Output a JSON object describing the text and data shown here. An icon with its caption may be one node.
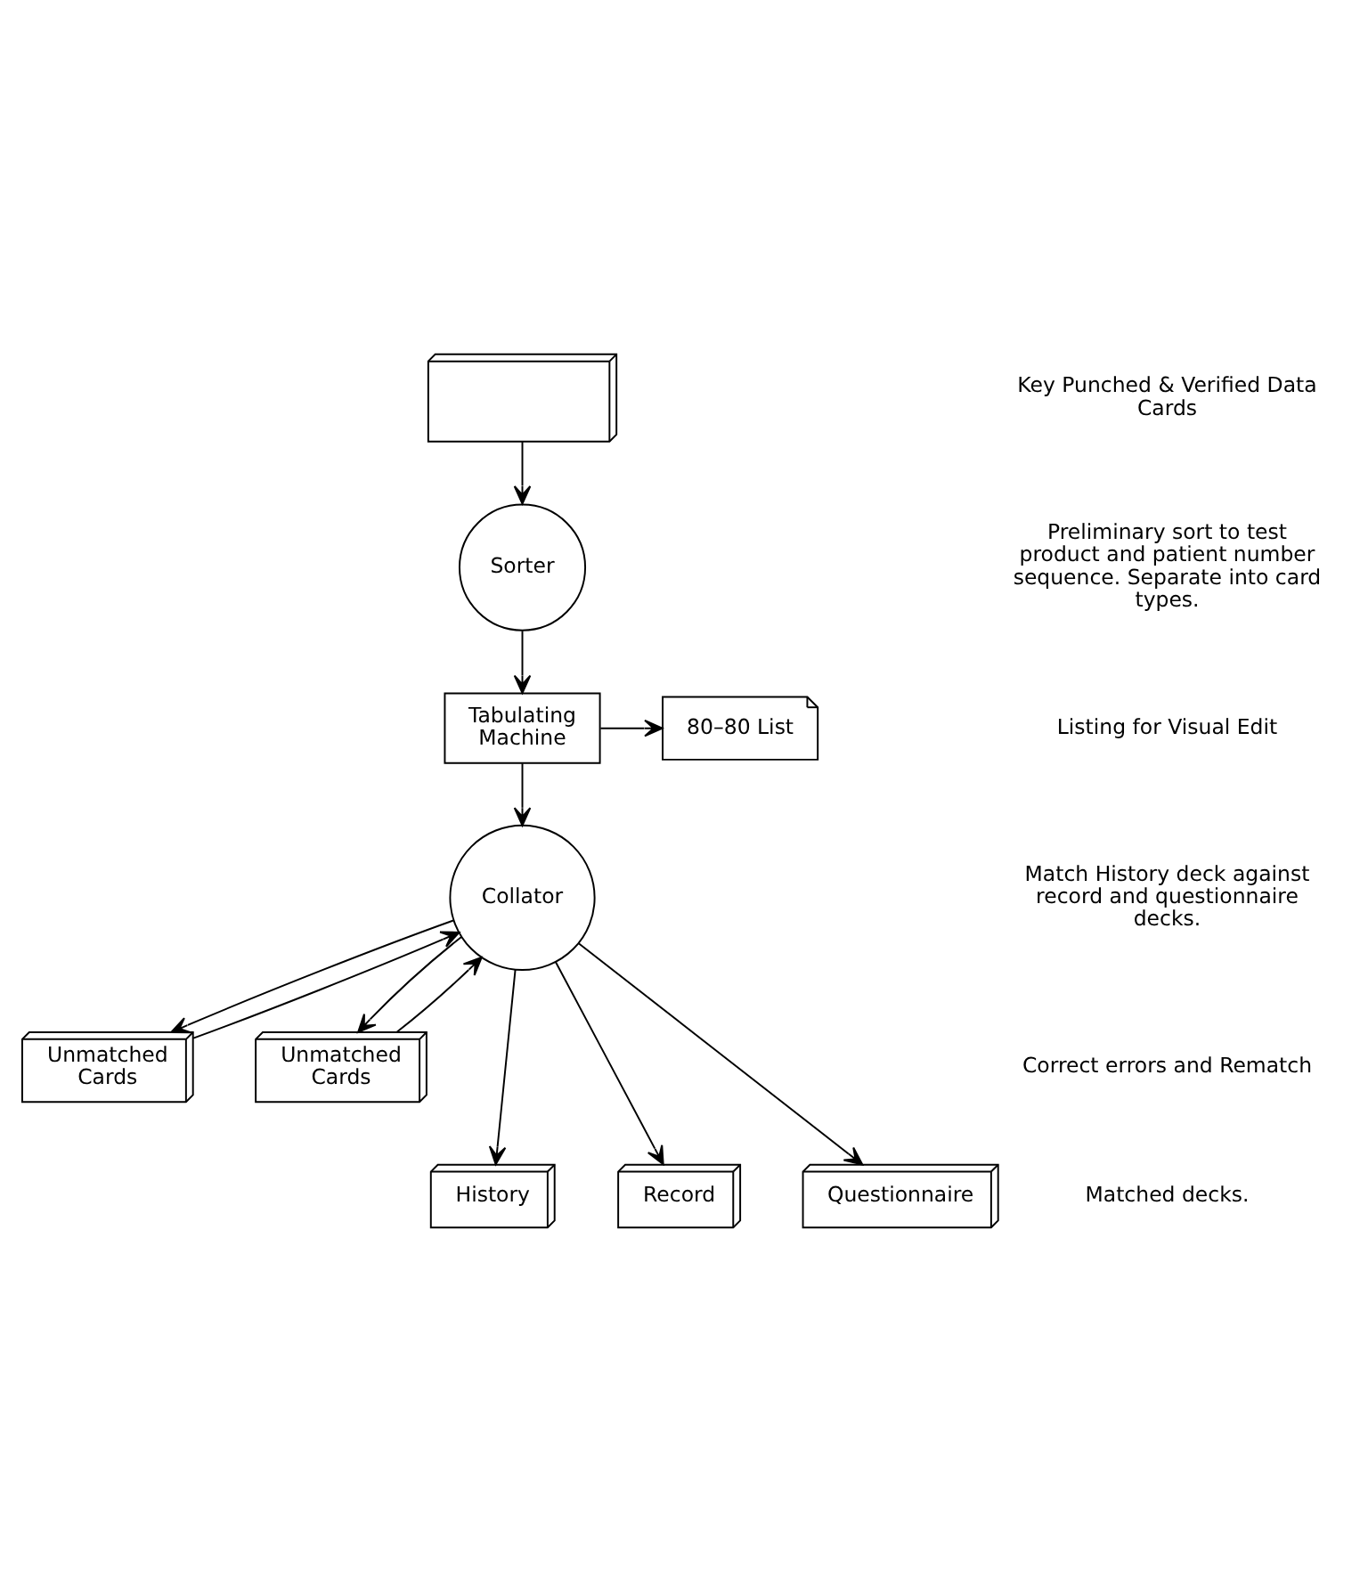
{
  "diagram": {
    "nodes": [
      {
        "text": [],
        "shape": "box"
      },
      {
        "text": [
          "Sorter"
        ]
      },
      {
        "text": [
          "Tabulating Machine"
        ]
      },
      {
        "text": [
          "80–80 List"
        ]
      },
      {
        "text": [
          "Collator"
        ]
      },
      {
        "text": [
          "Unmatched Cards"
        ]
      },
      {
        "text": [
          "Unmatched Cards"
        ]
      },
      {
        "text": [
          "History"
        ]
      },
      {
        "text": [
          "Record"
        ]
      },
      {
        "text": [
          "Questionnaire"
        ]
      }
    ],
    "edges": [
      {
        "from": 0,
        "to": 1,
        "arrow": "to"
      },
      {
        "from": 1,
        "to": 2,
        "arrow": "to"
      },
      {
        "from": 2,
        "to": 3,
        "arrow": "to"
      },
      {
        "from": 2,
        "to": 4,
        "arrow": "to"
      },
      {
        "from": 5,
        "to": 4,
        "arrow": "to"
      },
      {
        "from": 6,
        "to": 4,
        "arrow": "to"
      },
      {
        "from": 4,
        "to": 5,
        "arrow": "to"
      },
      {
        "from": 4,
        "to": 6,
        "arrow": "to"
      },
      {
        "from": 4,
        "to": 7,
        "arrow": "to"
      },
      {
        "from": 4,
        "to": 8,
        "arrow": "to"
      },
      {
        "from": 4,
        "to": 9,
        "arrow": "to"
      }
    ],
    "labels": [
      "Key Punched & Verified Data Cards",
      "Preliminary sort to test product and patient number sequence. Separate into card types.",
      "Listing for Visual Edit",
      "Match History deck against record and questionnaire decks.",
      "Correct errors and Rematch",
      "Matched decks."
    ]
  }
}
